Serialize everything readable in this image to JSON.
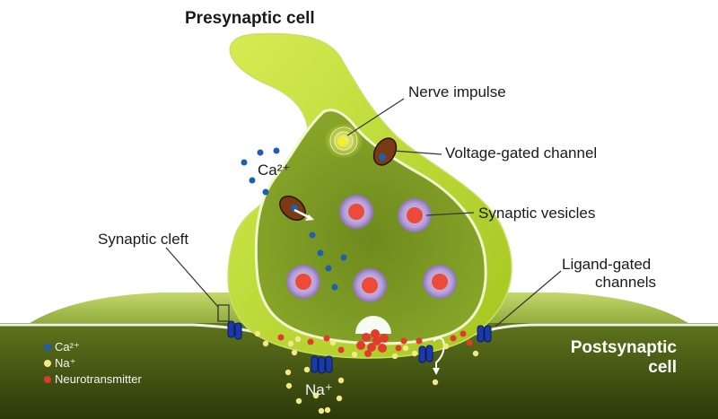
{
  "labels": {
    "presynaptic": "Presynaptic cell",
    "nerve_impulse": "Nerve impulse",
    "voltage_gated": "Voltage-gated channel",
    "ca_ion": "Ca²⁺",
    "synaptic_vesicles": "Synaptic vesicles",
    "synaptic_cleft": "Synaptic cleft",
    "ligand_gated_1": "Ligand-gated",
    "ligand_gated_2": "channels",
    "postsynaptic_1": "Postsynaptic",
    "postsynaptic_2": "cell",
    "na_ion": "Na⁺"
  },
  "legend": [
    {
      "label": "Ca²⁺",
      "color": "#1f5fb0"
    },
    {
      "label": "Na⁺",
      "color": "#f3e98a"
    },
    {
      "label": "Neurotransmitter",
      "color": "#e23b2e"
    }
  ],
  "colors": {
    "terminal_green": "#b3d42a",
    "membrane_green": "#9ec23a",
    "post_dark": "#3d4d10",
    "vesicle_core": "#ee4a3a",
    "ca_blue": "#1f5fb0",
    "na_yellow": "#f3e98a",
    "channel_blue": "#1a3aa8"
  }
}
